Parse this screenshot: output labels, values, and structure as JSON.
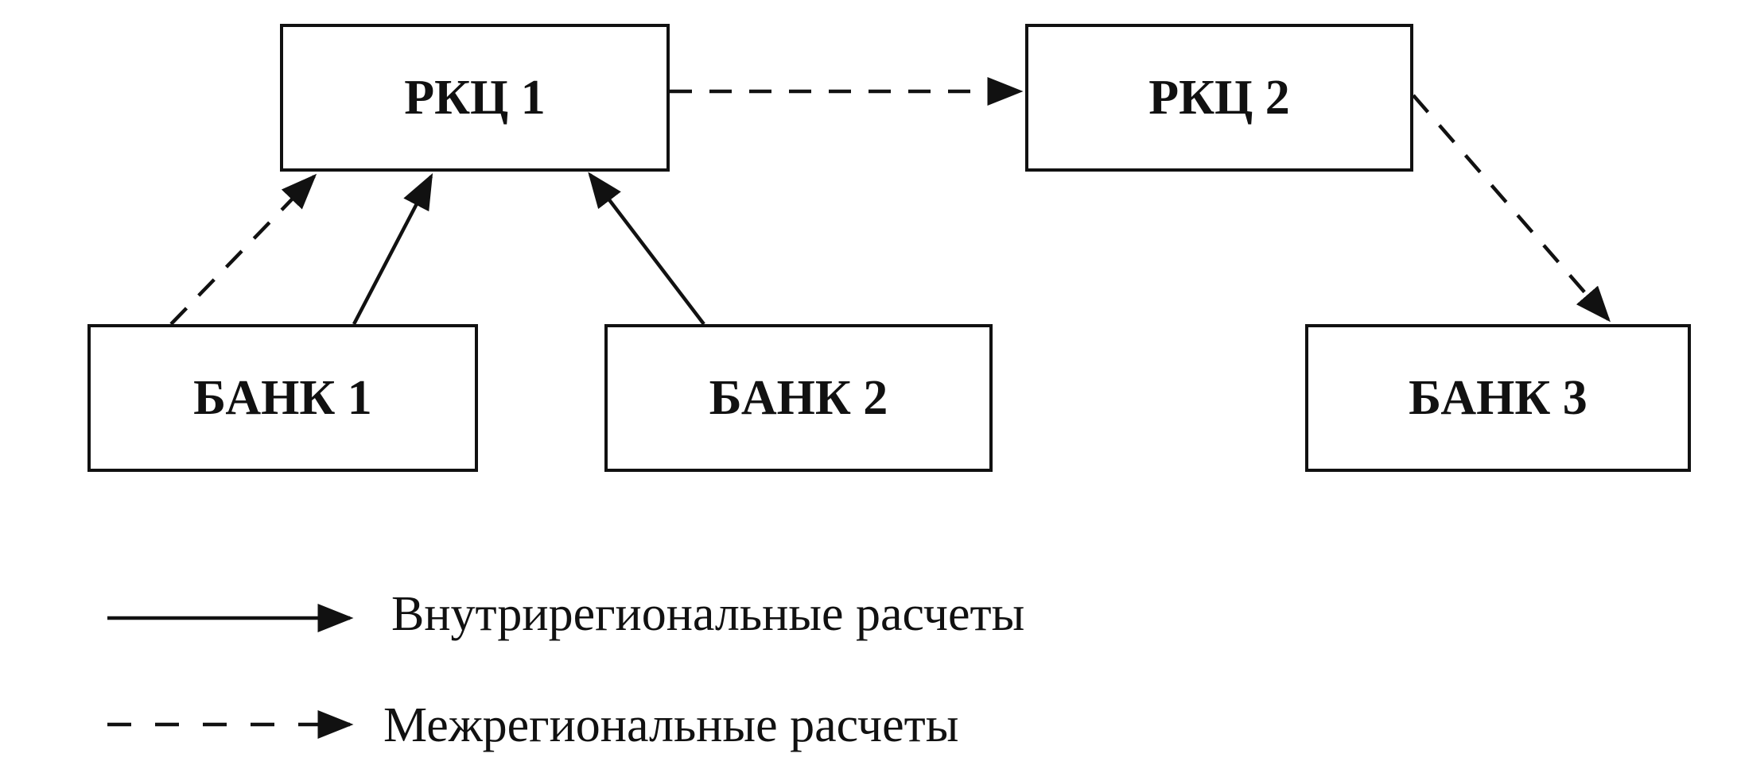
{
  "nodes": {
    "rkc1": "РКЦ 1",
    "rkc2": "РКЦ 2",
    "bank1": "БАНК 1",
    "bank2": "БАНК 2",
    "bank3": "БАНК 3"
  },
  "edges": [
    {
      "from": "bank1",
      "to": "rkc1",
      "style": "dashed"
    },
    {
      "from": "bank1",
      "to": "rkc1",
      "style": "solid"
    },
    {
      "from": "bank2",
      "to": "rkc1",
      "style": "solid"
    },
    {
      "from": "rkc1",
      "to": "rkc2",
      "style": "dashed"
    },
    {
      "from": "rkc2",
      "to": "bank3",
      "style": "dashed"
    }
  ],
  "legend": {
    "solid_label": "Внутрирегиональные расчеты",
    "dashed_label": "Межрегиональные расчеты"
  },
  "colors": {
    "line": "#111111",
    "background": "#ffffff"
  }
}
